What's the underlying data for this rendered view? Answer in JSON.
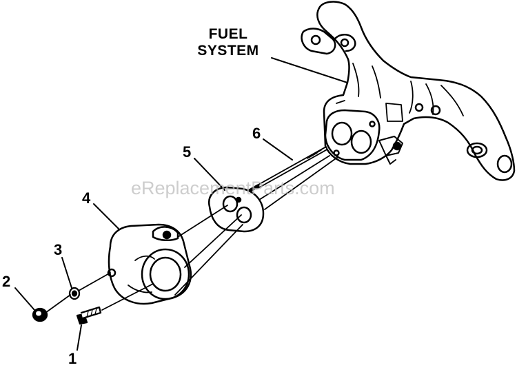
{
  "diagram": {
    "title_line1": "FUEL",
    "title_line2": "SYSTEM",
    "callouts": {
      "c1": "1",
      "c2": "2",
      "c3": "3",
      "c4": "4",
      "c5": "5",
      "c6": "6"
    },
    "watermark": "eReplacementParts.com"
  }
}
